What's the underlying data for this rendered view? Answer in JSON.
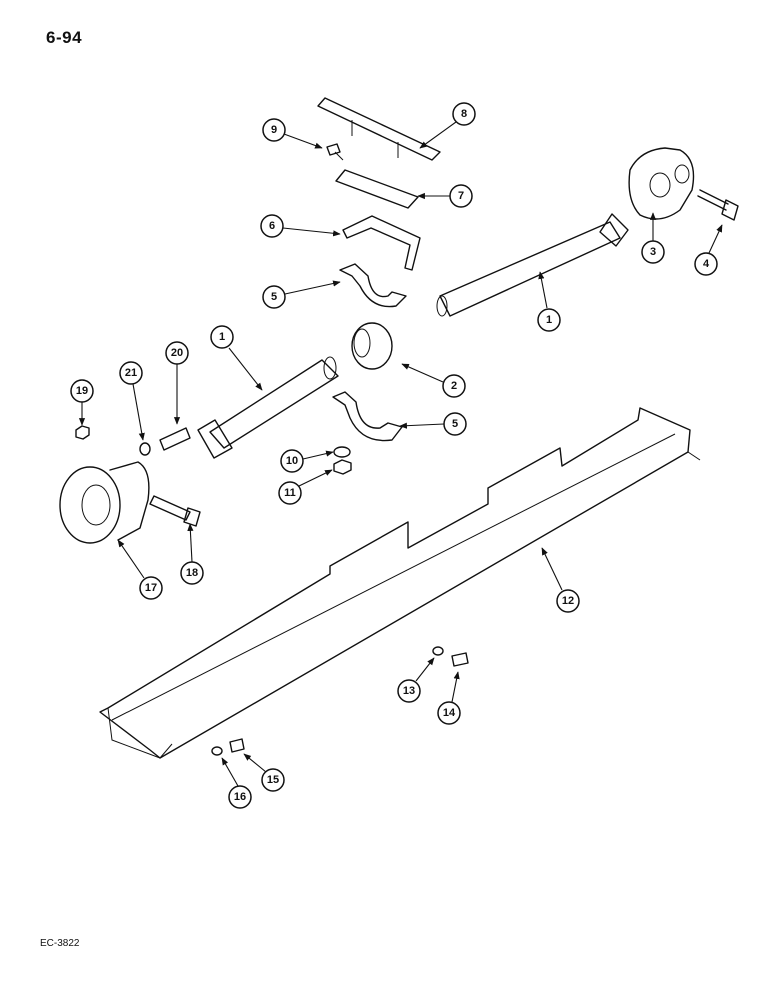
{
  "page_number": "6-94",
  "figure_code": "EC-3822",
  "callouts": [
    "1",
    "1",
    "2",
    "3",
    "4",
    "5",
    "5",
    "6",
    "7",
    "8",
    "9",
    "10",
    "11",
    "12",
    "13",
    "14",
    "15",
    "16",
    "17",
    "18",
    "19",
    "20",
    "21"
  ]
}
